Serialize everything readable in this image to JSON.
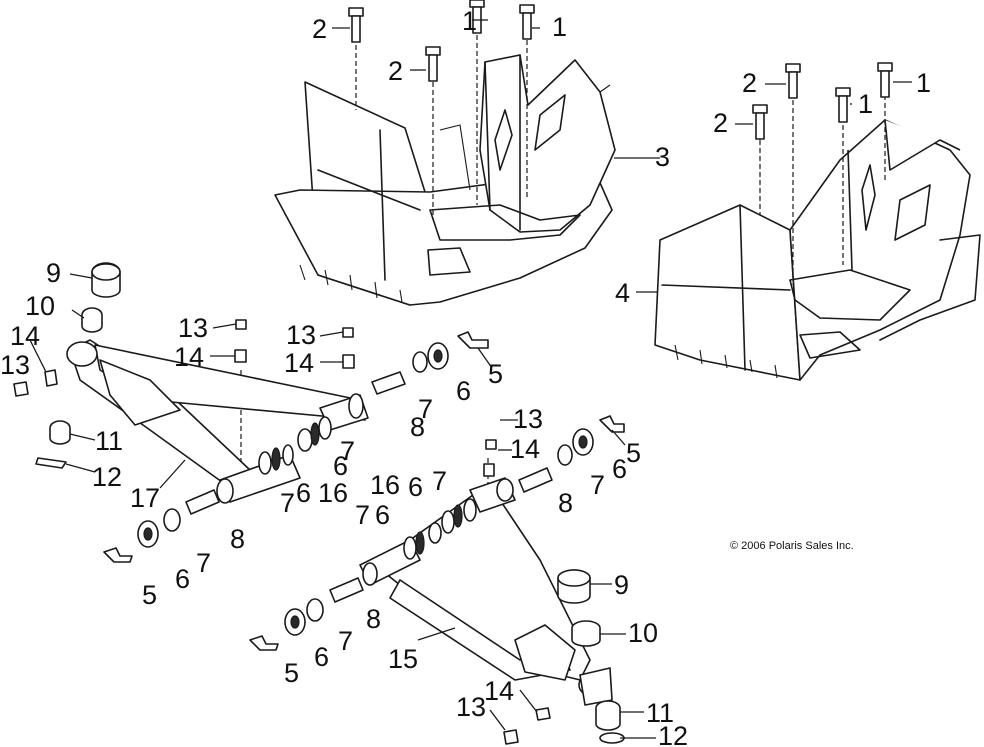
{
  "diagram": {
    "copyright": "© 2006 Polaris Sales Inc.",
    "callouts": {
      "c1": "1",
      "c2": "2",
      "c3": "3",
      "c4": "4",
      "c5": "5",
      "c6": "6",
      "c7": "7",
      "c8": "8",
      "c9": "9",
      "c10": "10",
      "c11": "11",
      "c12": "12",
      "c13": "13",
      "c14": "14",
      "c15": "15",
      "c16": "16",
      "c17": "17"
    }
  }
}
